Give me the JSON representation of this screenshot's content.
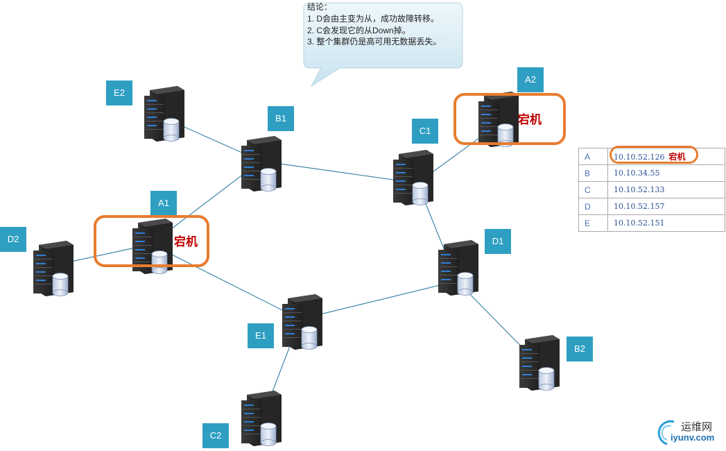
{
  "callout": {
    "title": "结论：",
    "lines": [
      "1. D会由主变为从，成功故障转移。",
      "2. C会发现它的从Down掉。",
      "3. 整个集群仍是高可用无数据丢失。"
    ]
  },
  "nodes": [
    {
      "id": "A1",
      "label": "A1",
      "down_tag": "宕机"
    },
    {
      "id": "A2",
      "label": "A2",
      "down_tag": "宕机"
    },
    {
      "id": "B1",
      "label": "B1"
    },
    {
      "id": "B2",
      "label": "B2"
    },
    {
      "id": "C1",
      "label": "C1"
    },
    {
      "id": "C2",
      "label": "C2"
    },
    {
      "id": "D1",
      "label": "D1"
    },
    {
      "id": "D2",
      "label": "D2"
    },
    {
      "id": "E1",
      "label": "E1"
    },
    {
      "id": "E2",
      "label": "E2"
    }
  ],
  "connections": [
    {
      "from": "A1",
      "to": "B1",
      "arrow": "B1"
    },
    {
      "from": "A1",
      "to": "D2",
      "arrow": "D2"
    },
    {
      "from": "A1",
      "to": "E1",
      "arrow": "none"
    },
    {
      "from": "B1",
      "to": "E2",
      "arrow": "E2"
    },
    {
      "from": "B1",
      "to": "C1",
      "arrow": "C1"
    },
    {
      "from": "C1",
      "to": "A2",
      "arrow": "A2"
    },
    {
      "from": "C1",
      "to": "D1",
      "arrow": "C1"
    },
    {
      "from": "D1",
      "to": "E1",
      "arrow": "E1"
    },
    {
      "from": "D1",
      "to": "B2",
      "arrow": "B2"
    },
    {
      "from": "E1",
      "to": "C2",
      "arrow": "C2"
    }
  ],
  "ip_table": {
    "rows": [
      {
        "key": "A",
        "ip": "10.10.52.126",
        "status": "宕机"
      },
      {
        "key": "B",
        "ip": "10.10.34.55"
      },
      {
        "key": "C",
        "ip": "10.10.52.133"
      },
      {
        "key": "D",
        "ip": "10.10.52.157"
      },
      {
        "key": "E",
        "ip": "10.10.52.151"
      }
    ]
  },
  "watermark": {
    "cn": "运维网",
    "en": "iyunv.com"
  },
  "colors": {
    "label_bg": "#2e9fc2",
    "line": "#3f86a8",
    "highlight": "#e87c2e",
    "down_text": "#c00000",
    "server_body": "#2b2b2b",
    "callout_fill": "#d8ecf5"
  }
}
